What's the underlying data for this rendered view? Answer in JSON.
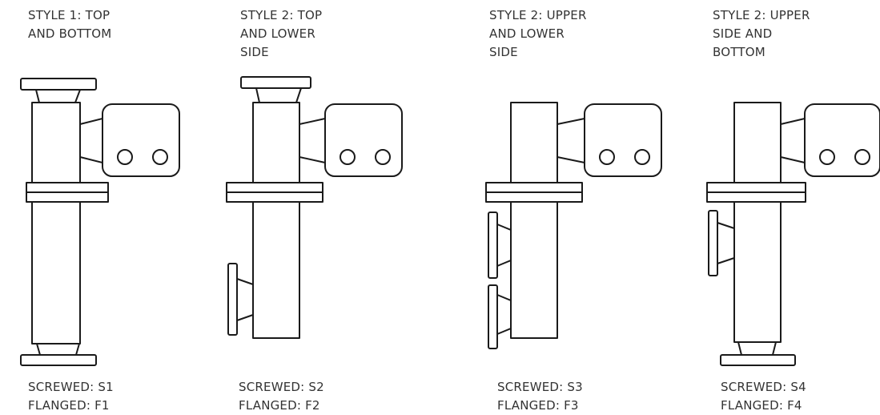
{
  "styles": [
    {
      "title_lines": [
        "STYLE 1: TOP",
        "AND BOTTOM"
      ],
      "codes": [
        "SCREWED: S1",
        "FLANGED: F1"
      ]
    },
    {
      "title_lines": [
        "STYLE 2: TOP",
        "AND LOWER",
        "SIDE"
      ],
      "codes": [
        "SCREWED: S2",
        "FLANGED: F2"
      ]
    },
    {
      "title_lines": [
        "STYLE 2: UPPER",
        "AND LOWER",
        "SIDE"
      ],
      "codes": [
        "SCREWED: S3",
        "FLANGED: F3"
      ]
    },
    {
      "title_lines": [
        "STYLE 2: UPPER",
        "SIDE AND",
        "BOTTOM"
      ],
      "codes": [
        "SCREWED: S4",
        "FLANGED: F4"
      ]
    }
  ],
  "colors": {
    "line": "#1a1a1a",
    "text": "#333333",
    "background": "#ffffff"
  }
}
